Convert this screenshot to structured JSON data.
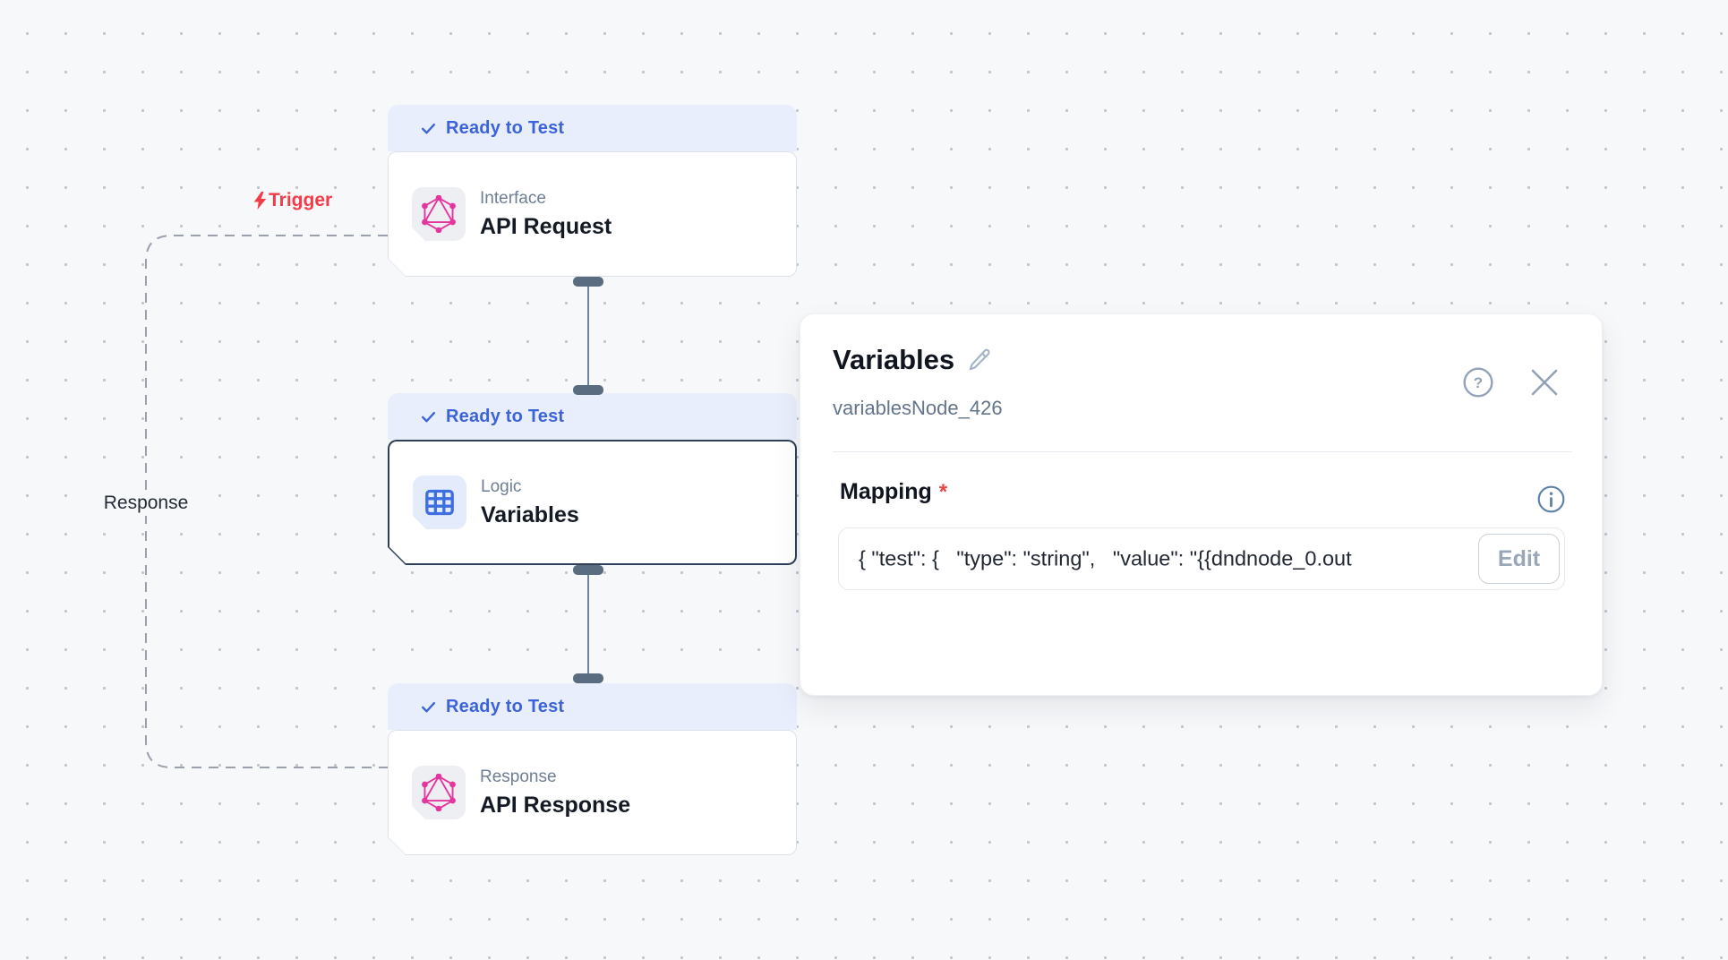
{
  "colors": {
    "accent_blue": "#3c64d8",
    "badge_bg": "#e9eefc",
    "graphql_pink": "#e5359f",
    "logic_blue": "#3e6fe0",
    "trigger_red": "#f43b47",
    "selected_border": "#2f3f58",
    "slate": "#64748b",
    "canvas_bg": "#f7f8fa"
  },
  "canvas": {
    "trigger_label": "Trigger",
    "response_label": "Response",
    "nodes": [
      {
        "status": "Ready to Test",
        "category": "Interface",
        "title": "API Request",
        "icon": "graphql-icon",
        "selected": false
      },
      {
        "status": "Ready to Test",
        "category": "Logic",
        "title": "Variables",
        "icon": "table-icon",
        "selected": true
      },
      {
        "status": "Ready to Test",
        "category": "Response",
        "title": "API Response",
        "icon": "graphql-icon",
        "selected": false
      }
    ]
  },
  "panel": {
    "title": "Variables",
    "node_id": "variablesNode_426",
    "mapping": {
      "label": "Mapping",
      "required_marker": "*",
      "value": "{ \"test\": {   \"type\": \"string\",   \"value\": \"{{dndnode_0.out",
      "edit_label": "Edit"
    }
  }
}
